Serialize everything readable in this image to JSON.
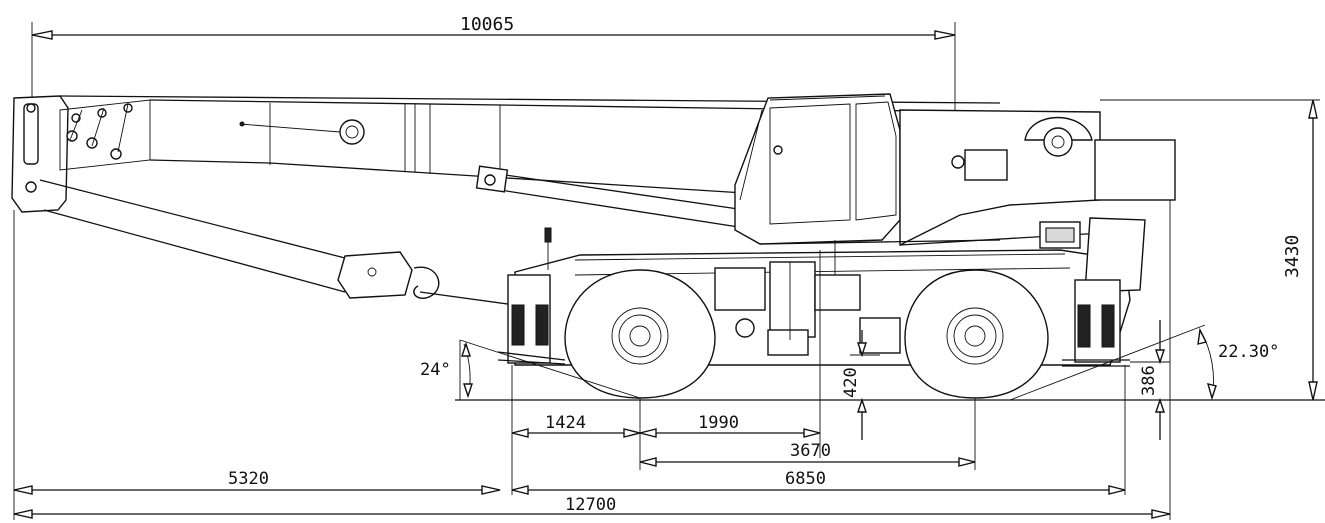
{
  "dimensions": {
    "boom_reach": "10065",
    "overall_height": "3430",
    "approach_angle": "24°",
    "departure_angle": "22.30°",
    "ground_clearance": "420",
    "outrigger_height": "386",
    "front_outrigger_to_axle": "1424",
    "axle_to_center": "1990",
    "center_to_rear_axle": "3670",
    "axle_to_outrigger": "6850",
    "boom_overhang": "5320",
    "overall_length": "12700"
  },
  "colors": {
    "line": "#111111",
    "background": "#ffffff"
  }
}
